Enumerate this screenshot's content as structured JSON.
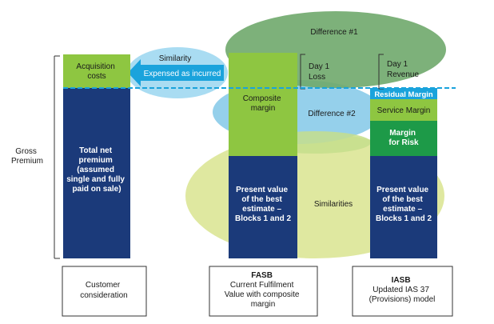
{
  "labels": {
    "gross_premium": [
      "Gross",
      "Premium"
    ],
    "acquisition_costs": [
      "Acquisition",
      "costs"
    ],
    "total_net_premium": [
      "Total net",
      "premium",
      "(assumed",
      "single and fully",
      "paid on sale)"
    ],
    "similarity": "Similarity",
    "expensed_as_incurred": "Expensed as incurred",
    "difference_1": "Difference #1",
    "difference_2": "Difference #2",
    "day1_loss": [
      "Day 1",
      "Loss"
    ],
    "day1_revenue": [
      "Day 1",
      "Revenue"
    ],
    "composite_margin": [
      "Composite",
      "margin"
    ],
    "fasb_pv": [
      "Present value",
      "of the best",
      "estimate –",
      "Blocks 1 and 2"
    ],
    "similarities": "Similarities",
    "residual_margin": "Residual Margin",
    "service_margin": "Service Margin",
    "margin_for_risk": [
      "Margin",
      "for Risk"
    ],
    "iasb_pv": [
      "Present value",
      "of the best",
      "estimate –",
      "Blocks 1 and 2"
    ]
  },
  "captions": {
    "customer": [
      "Customer",
      "consideration"
    ],
    "fasb": [
      "FASB",
      "Current Fulfilment",
      "Value with composite",
      "margin"
    ],
    "iasb": [
      "IASB",
      "Updated IAS 37",
      "(Provisions) model"
    ]
  },
  "colors": {
    "navy": "#1b3a7a",
    "light_green": "#8ec641",
    "dark_green": "#1d9a48",
    "cyan": "#1aa3dc",
    "light_blue": "#a9dcf2",
    "ellipse_green_dark": "#6fa86b",
    "ellipse_blue": "#8fcdea",
    "ellipse_lime": "#dfe8a0"
  }
}
